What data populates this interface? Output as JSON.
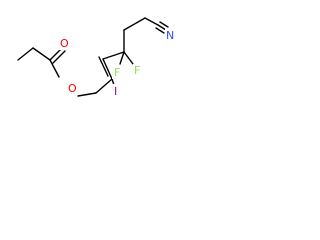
{
  "molecule": {
    "atoms": {
      "ester_oxygen": "O",
      "carbonyl_oxygen": "O",
      "iodine": "I",
      "fluorine_1": "F",
      "fluorine_2": "F",
      "nitrile": "N"
    },
    "colors": {
      "bond": "#000000",
      "oxygen": "#ff0000",
      "iodine": "#940094",
      "fluorine": "#90e050",
      "nitrogen": "#3050f8"
    }
  }
}
